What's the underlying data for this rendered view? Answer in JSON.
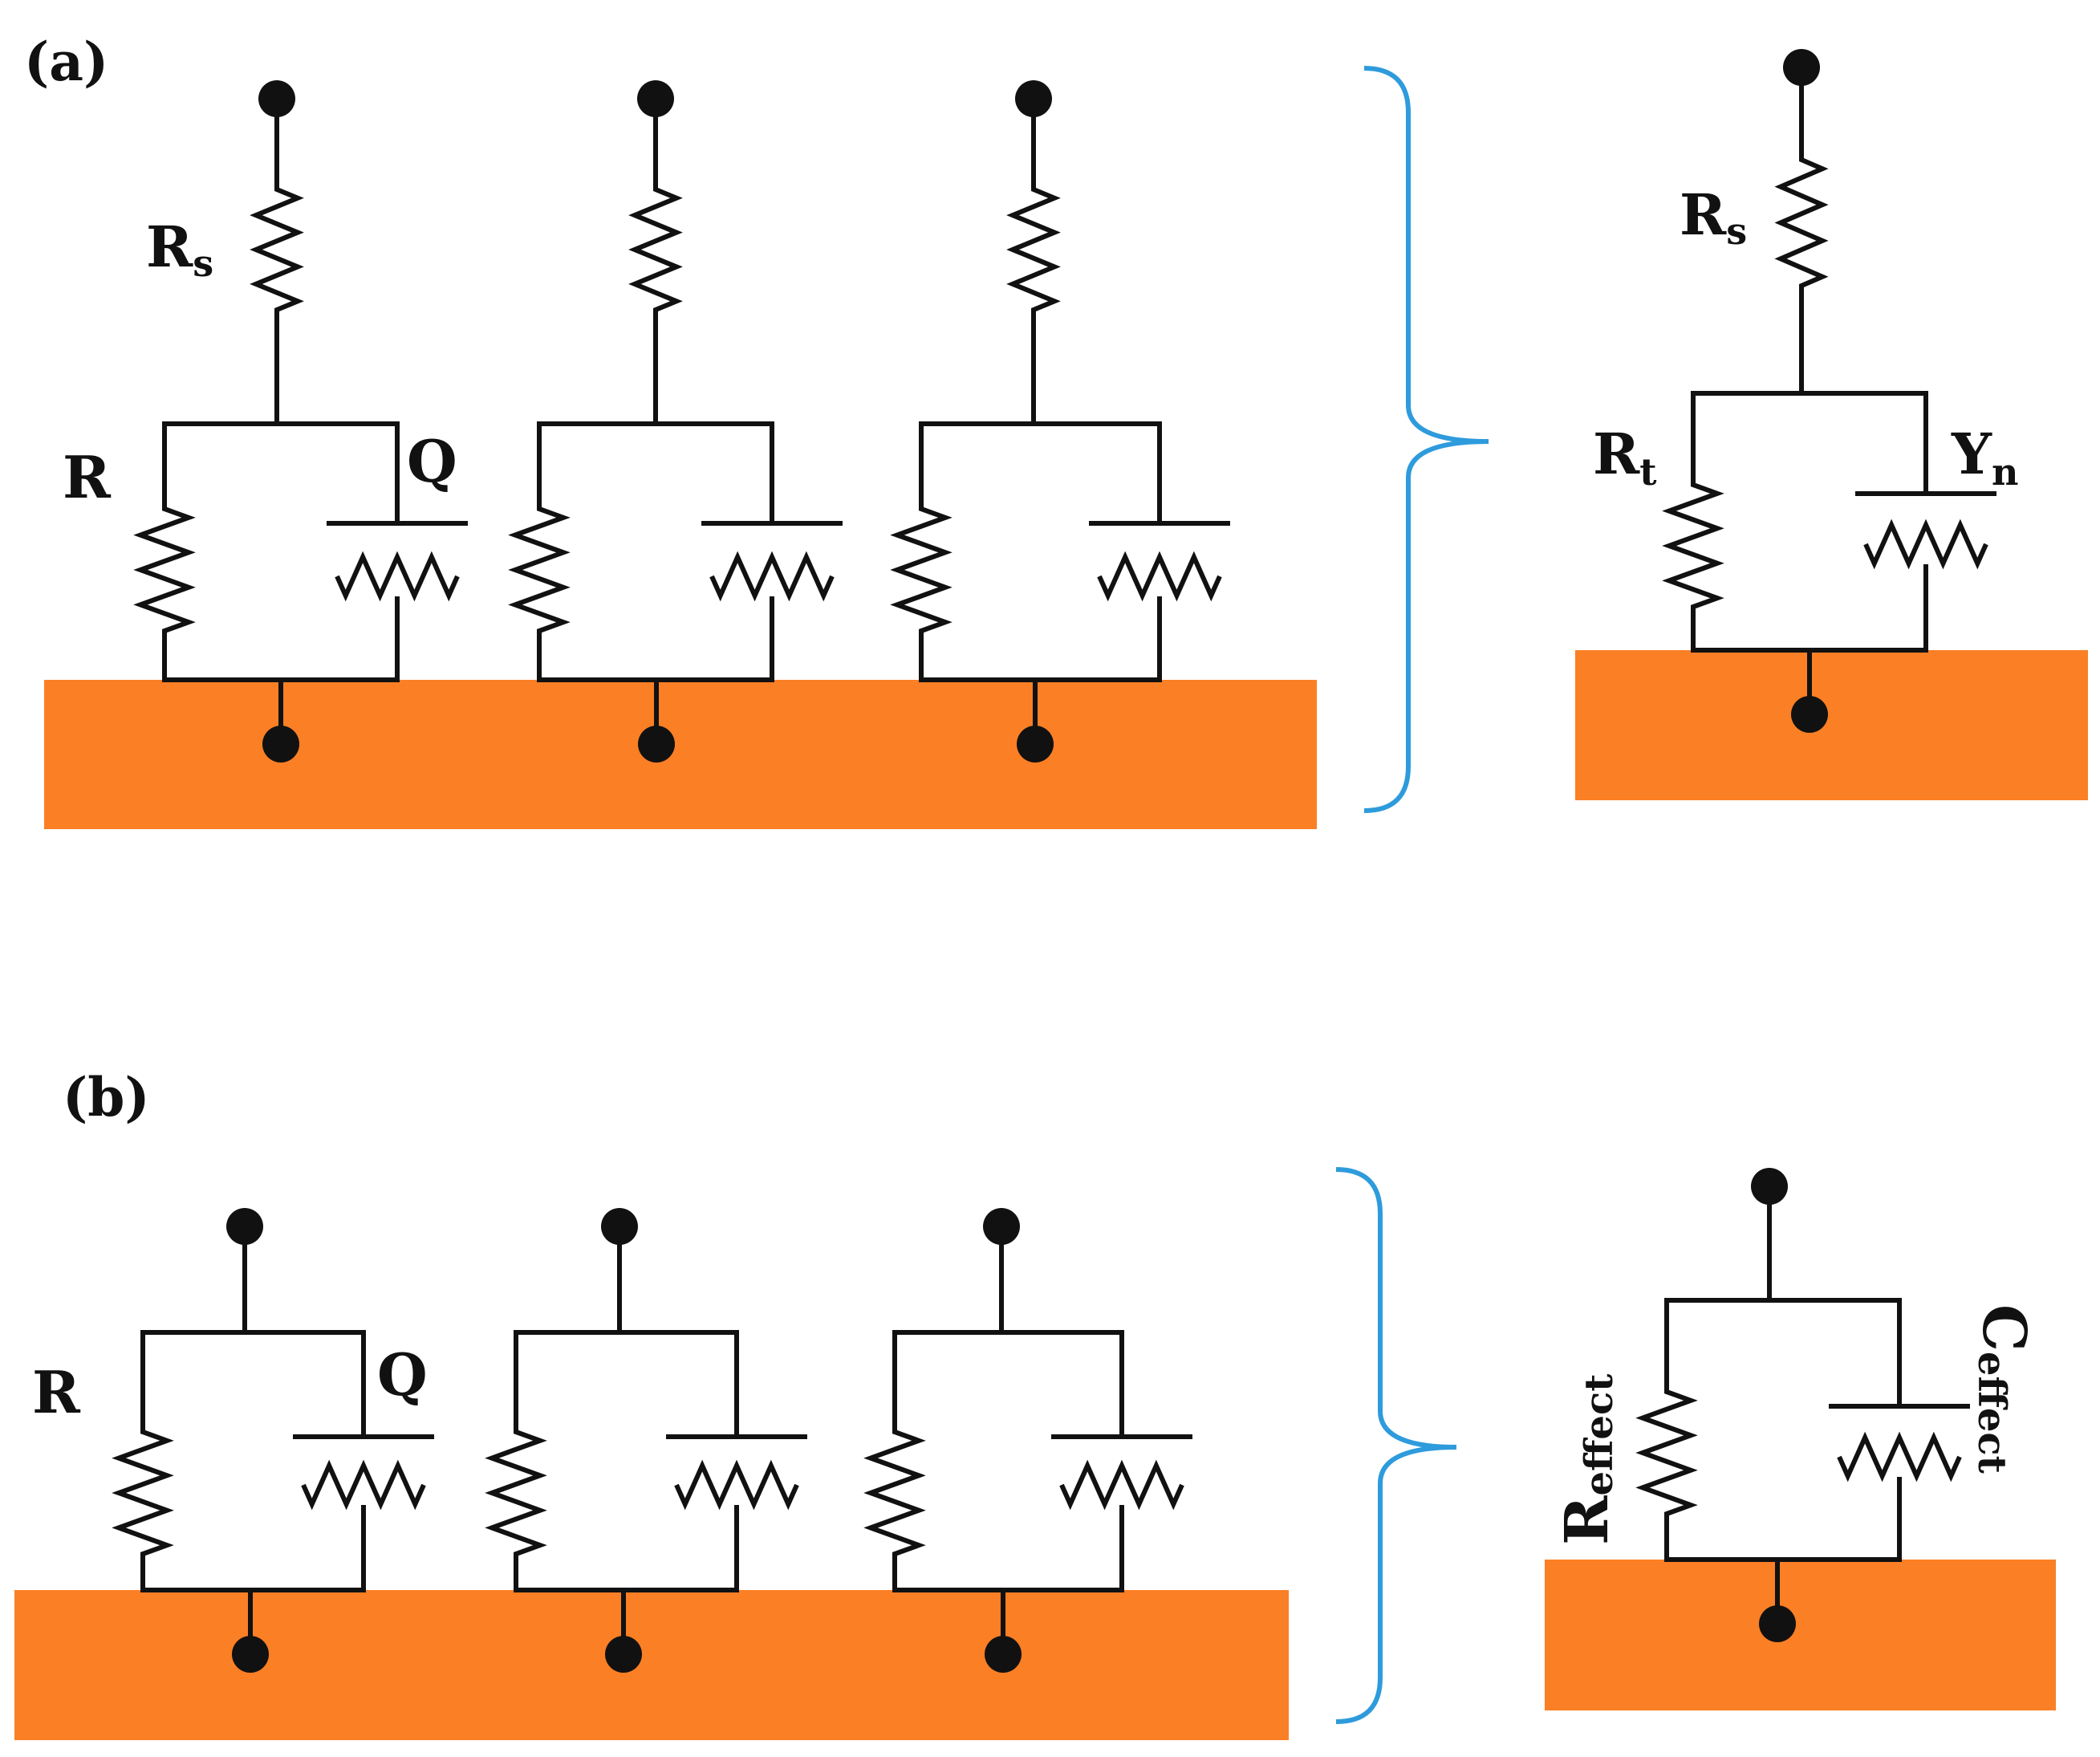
{
  "panel_a": {
    "label": "(a)",
    "resistor_label": "R",
    "cpe_label": "Q",
    "series_resistor_base": "R",
    "series_resistor_sub": "s",
    "equivalent": {
      "series_base": "R",
      "series_sub": "s",
      "resistor_base": "R",
      "resistor_sub": "t",
      "cpe_base": "Y",
      "cpe_sub": "n"
    }
  },
  "panel_b": {
    "label": "(b)",
    "resistor_label": "R",
    "cpe_label": "Q",
    "equivalent": {
      "resistor_base": "R",
      "resistor_sub": "effect",
      "cpe_base": "C",
      "cpe_sub": "effect"
    }
  },
  "colors": {
    "substrate": "#fb7f25",
    "bracket": "#2e9bdc",
    "wire": "#111111"
  }
}
